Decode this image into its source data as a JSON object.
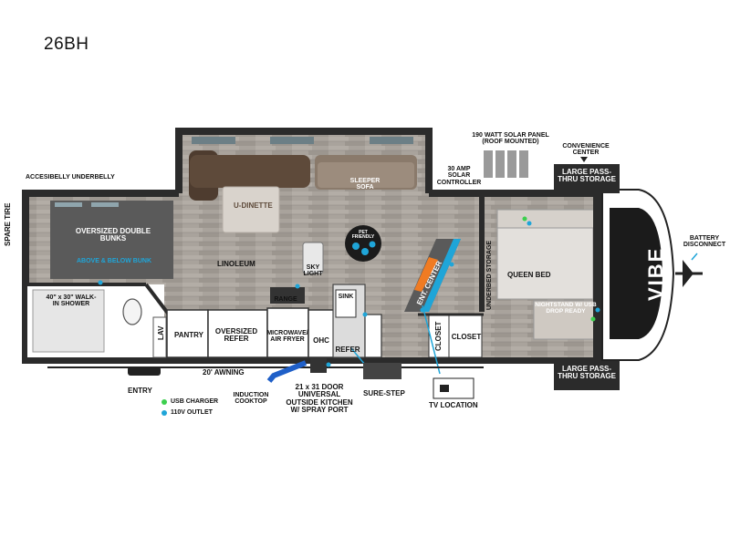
{
  "model": "26BH",
  "labels": {
    "accessibelly_underbelly": "ACCESIBELLY UNDERBELLY",
    "spare_tire": "SPARE TIRE",
    "oversized_double_bunks": "OVERSIZED DOUBLE BUNKS",
    "above_below_bunk": "ABOVE & BELOW BUNK",
    "walk_in_shower": "40\" x 30\" WALK-IN SHOWER",
    "lav": "LAV",
    "pantry": "PANTRY",
    "oversized_refer": "OVERSIZED REFER",
    "microwave_air_fryer": "MICROWAVE/ AIR FRYER",
    "range": "RANGE",
    "ohc": "OHC",
    "refer": "REFER",
    "sink": "SINK",
    "sky_light": "SKY LIGHT",
    "linoleum": "LINOLEUM",
    "u_dinette": "U-DINETTE",
    "sleeper_sofa": "SLEEPER SOFA",
    "pet_friendly": "PET FRIENDLY",
    "ent_center": "ENT. CENTER",
    "solar_controller": "30 AMP SOLAR CONTROLLER",
    "solar_panel": "190 WATT SOLAR PANEL (ROOF MOUNTED)",
    "convenience_center": "CONVENIENCE CENTER",
    "large_pass_thru_top": "LARGE PASS-THRU STORAGE",
    "large_pass_thru_bottom": "LARGE PASS-THRU STORAGE",
    "underbed_storage": "UNDERBED STORAGE",
    "queen_bed": "QUEEN BED",
    "nightstand": "NIGHTSTAND W/ USB DROP READY",
    "closet_left": "CLOSET",
    "closet_right": "CLOSET",
    "battery_disconnect": "BATTERY DISCONNECT",
    "vibe": "VIBE",
    "awning": "20' AWNING",
    "entry": "ENTRY",
    "induction_cooktop": "INDUCTION COOKTOP",
    "outside_kitchen": "21 x 31 DOOR UNIVERSAL OUTSIDE KITCHEN W/ SPRAY PORT",
    "sure_step": "SURE-STEP",
    "tv_location": "TV LOCATION"
  },
  "legend": [
    {
      "label": "USB CHARGER",
      "color": "#3ccf4e"
    },
    {
      "label": "110V OUTLET",
      "color": "#1fa5d8"
    }
  ],
  "colors": {
    "wall": "#2b2b2b",
    "floor": "#a8a29b",
    "bunk_gray": "#5a5a5a",
    "dinette_brown": "#5e4a3a",
    "accent_blue": "#1fa5d8",
    "usb_green": "#3ccf4e"
  }
}
